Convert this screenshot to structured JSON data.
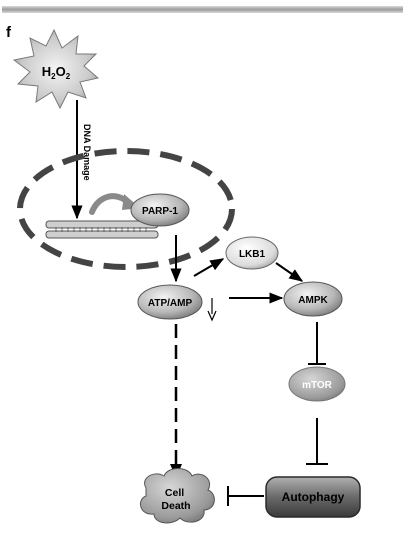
{
  "panel_label": "f",
  "nodes": {
    "h2o2": {
      "main": "H",
      "sub1": "2",
      "mid": "O",
      "sub2": "2"
    },
    "parp1": "PARP-1",
    "lkb1": "LKB1",
    "atp_amp": "ATP/AMP",
    "ampk": "AMPK",
    "mtor": "mTOR",
    "cell_death": {
      "line1": "Cell",
      "line2": "Death"
    },
    "autophagy": "Autophagy"
  },
  "edge_labels": {
    "dna_damage": "DNA Damage"
  },
  "colors": {
    "node_gray": "#9a9a9a",
    "dark": "#222222",
    "line": "#000000",
    "mtor_text": "#ffffff"
  }
}
